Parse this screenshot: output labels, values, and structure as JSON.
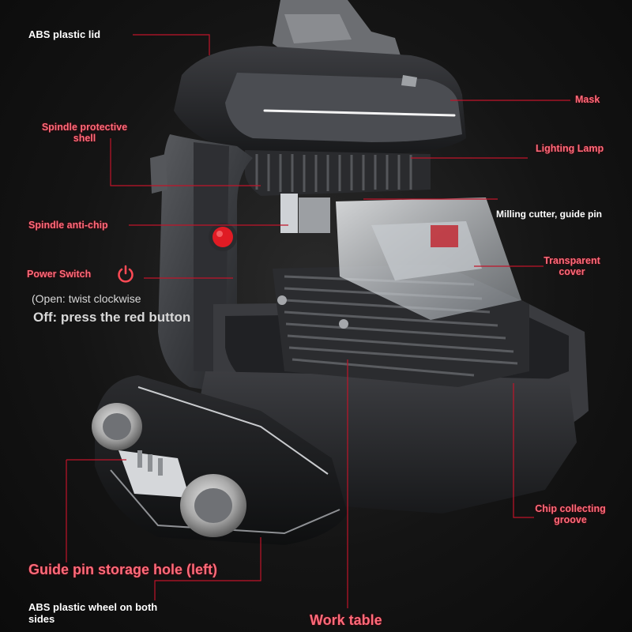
{
  "labels": {
    "abs_lid": "ABS plastic lid",
    "mask": "Mask",
    "spindle_shell_1": "Spindle protective",
    "spindle_shell_2": "shell",
    "lighting_lamp": "Lighting Lamp",
    "milling_cutter": "Milling cutter, guide pin",
    "spindle_anti_chip": "Spindle anti-chip",
    "transparent_cover_1": "Transparent",
    "transparent_cover_2": "cover",
    "power_switch": "Power Switch",
    "open_note": "(Open: twist clockwise",
    "off_note": "Off: press the red button",
    "chip_groove_1": "Chip collecting",
    "chip_groove_2": "groove",
    "guide_pin_hole": "Guide pin storage hole (left)",
    "abs_wheel_1": "ABS plastic wheel on both",
    "abs_wheel_2": "sides",
    "work_table": "Work table"
  },
  "colors": {
    "background": "#141414",
    "label_red": "#ff6b7a",
    "leader_line": "#c0142a",
    "power_button": "#e01b24"
  },
  "icons": {
    "power": "power-icon"
  }
}
